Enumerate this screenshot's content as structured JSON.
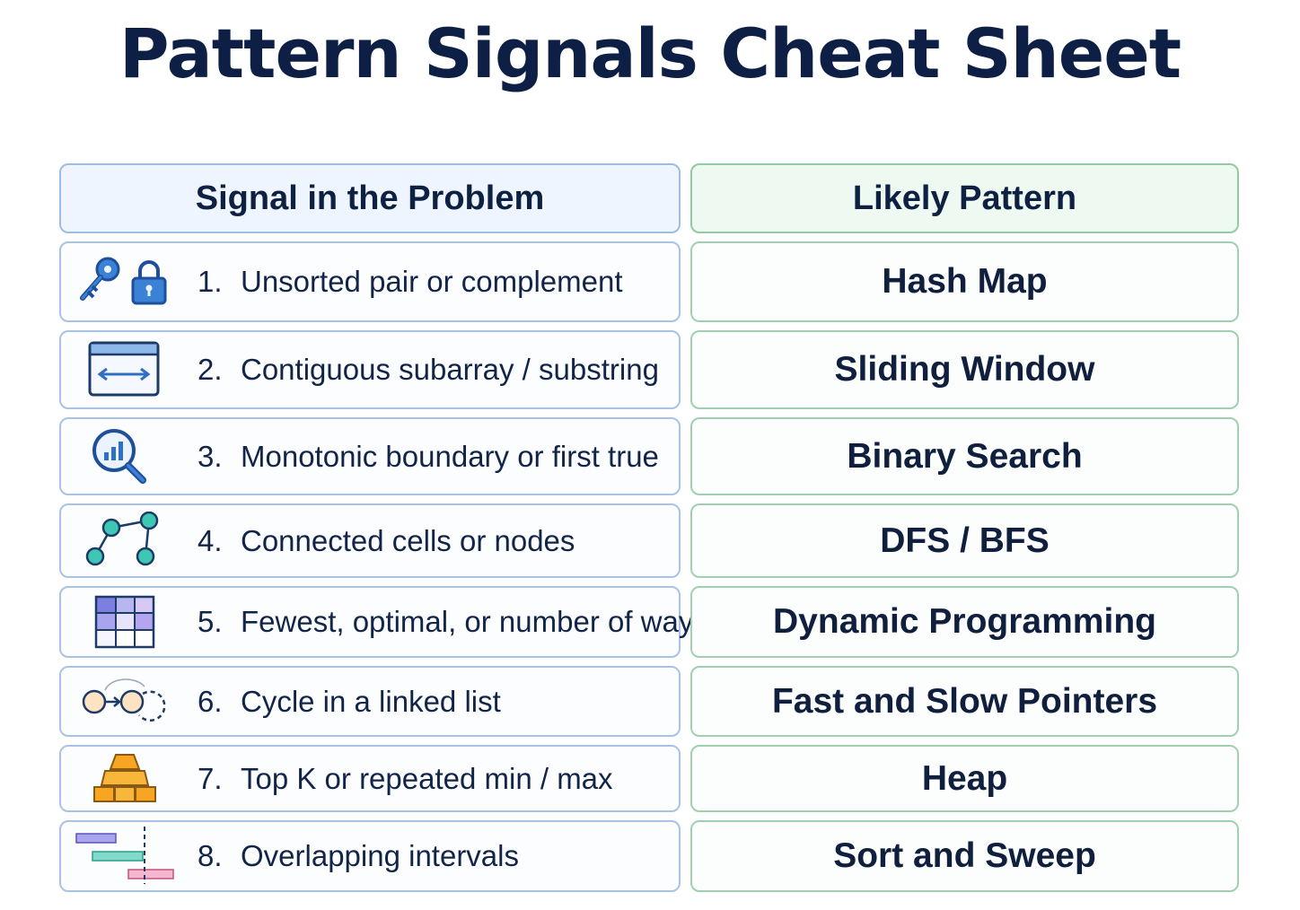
{
  "title": "Pattern Signals Cheat Sheet",
  "header": {
    "signal_label": "Signal in the Problem",
    "pattern_label": "Likely Pattern"
  },
  "rows": [
    {
      "num": "1.",
      "signal": "Unsorted pair or complement",
      "pattern": "Hash Map",
      "icon": "key-lock-icon"
    },
    {
      "num": "2.",
      "signal": "Contiguous subarray / substring",
      "pattern": "Sliding Window",
      "icon": "window-arrows-icon"
    },
    {
      "num": "3.",
      "signal": "Monotonic boundary or first true",
      "pattern": "Binary Search",
      "icon": "magnifier-chart-icon"
    },
    {
      "num": "4.",
      "signal": "Connected cells or nodes",
      "pattern": "DFS / BFS",
      "icon": "graph-nodes-icon"
    },
    {
      "num": "5.",
      "signal": "Fewest, optimal, or number of ways",
      "pattern": "Dynamic Programming",
      "icon": "grid-table-icon"
    },
    {
      "num": "6.",
      "signal": "Cycle in a linked list",
      "pattern": "Fast and Slow Pointers",
      "icon": "cycle-list-icon"
    },
    {
      "num": "7.",
      "signal": "Top K or repeated min / max",
      "pattern": "Heap",
      "icon": "pyramid-stack-icon"
    },
    {
      "num": "8.",
      "signal": "Overlapping intervals",
      "pattern": "Sort and Sweep",
      "icon": "intervals-icon"
    }
  ],
  "colors": {
    "signal_border": "#a9c3e6",
    "pattern_border": "#9fd1b0",
    "title": "#0e1f45"
  }
}
